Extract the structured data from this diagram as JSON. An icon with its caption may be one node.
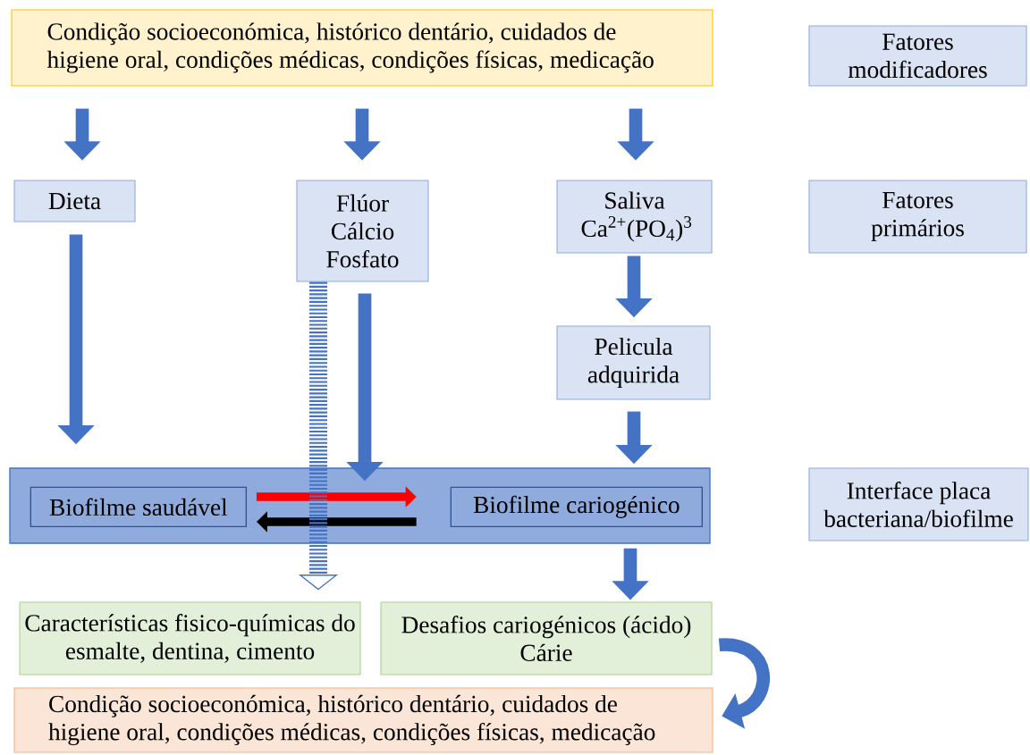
{
  "diagram": {
    "nodes": [
      {
        "text": [
          "Condição socioeconómica, histórico dentário, cuidados de higiene oral, condições médicas, condições físicas, medicação"
        ]
      },
      {
        "text": [
          "Fatores modificadores"
        ]
      },
      {
        "text": [
          "Dieta"
        ]
      },
      {
        "text": [
          "Flúor Cálcio Fosfato"
        ]
      },
      {
        "text": [
          "Saliva Ca$^{2+}$(PO$_{4}$)$^{3}$"
        ]
      },
      {
        "text": [
          "Fatores primários"
        ]
      },
      {
        "text": [
          "Pelicula adquirida"
        ]
      },
      {
        "text": [],
        "shape": "box"
      },
      {
        "text": [
          "Biofilme saudável"
        ],
        "in": 7
      },
      {
        "text": [
          "Biofilme cariogénico"
        ],
        "in": 7
      },
      {
        "text": [
          "Interface placa bacteriana/biofilme"
        ]
      },
      {
        "text": [
          "Características fisico-químicas do esmalte, dentina, cimento"
        ]
      },
      {
        "text": [
          "Desafios cariogénicos (ácido) Cárie"
        ]
      },
      {
        "text": [
          "Condição socioeconómica, histórico dentário, cuidados de higiene oral, condições médicas, condições físicas, medicação"
        ]
      }
    ],
    "edges": [
      {
        "from": 0,
        "to": 2,
        "arrow": "to"
      },
      {
        "from": 0,
        "to": 3,
        "arrow": "to"
      },
      {
        "from": 0,
        "to": 4,
        "arrow": "to"
      },
      {
        "from": 2,
        "to": 7,
        "arrow": "to"
      },
      {
        "from": 3,
        "to": 7,
        "arrow": "to"
      },
      {
        "from": 3,
        "to": 11,
        "arrow": "to",
        "style": "dashed"
      },
      {
        "from": 4,
        "to": 6,
        "arrow": "to"
      },
      {
        "from": 6,
        "to": 7,
        "arrow": "to"
      },
      {
        "from": 8,
        "to": 9,
        "arrow": "to",
        "color": "#ff0000"
      },
      {
        "from": 9,
        "to": 8,
        "arrow": "to",
        "color": "#000000"
      },
      {
        "from": 7,
        "to": 12,
        "arrow": "to"
      },
      {
        "from": 12,
        "to": 13,
        "arrow": "to"
      }
    ]
  }
}
